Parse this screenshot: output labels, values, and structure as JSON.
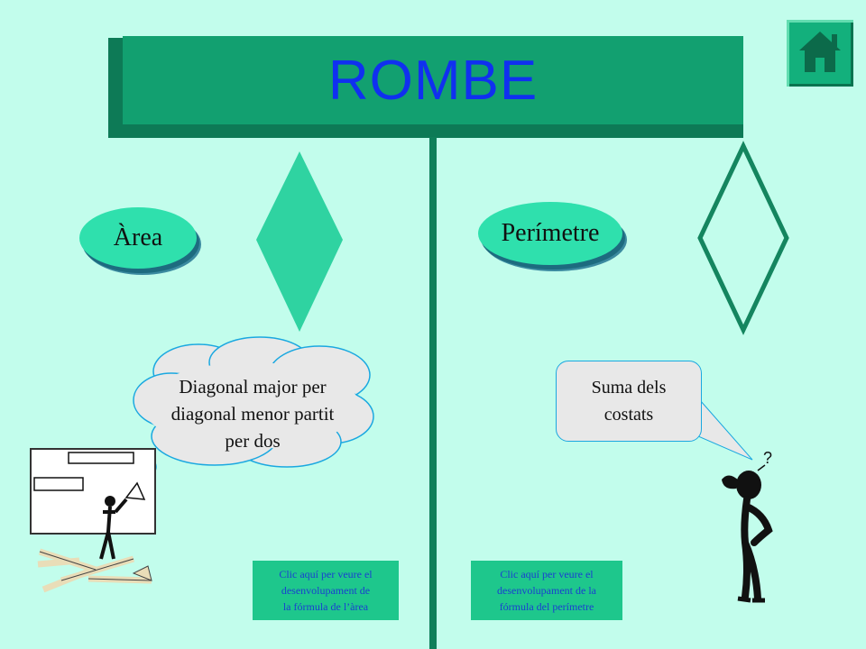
{
  "title": "ROMBE",
  "area": {
    "badge": "Àrea"
  },
  "perimeter": {
    "badge": "Perímetre"
  },
  "thought_bubble": {
    "line1": "Diagonal major per",
    "line2": "diagonal menor partit",
    "line3": "per dos"
  },
  "speech_bubble": {
    "line1": "Suma dels",
    "line2": "costats"
  },
  "links": {
    "area": {
      "line1": "Clic aquí per veure el",
      "line2": "desenvolupament de",
      "line3": "la fórmula de l’àrea"
    },
    "perimeter": {
      "line1": "Clic aquí per veure el",
      "line2": "desenvolupament de la",
      "line3": "fórmula del perímetre"
    }
  },
  "icons": {
    "home": "home-icon",
    "filled_rhombus": "rhombus-filled-icon",
    "outline_rhombus": "rhombus-outline-icon",
    "teacher": "teacher-figure-icon",
    "thinker": "thinker-figure-icon"
  },
  "colors": {
    "background": "#c2fdec",
    "board": "#12a070",
    "title_text": "#1030f0",
    "badge": "#2fe0ad",
    "rhombus": "#2fd3a1",
    "link_text": "#1a3fd0"
  }
}
